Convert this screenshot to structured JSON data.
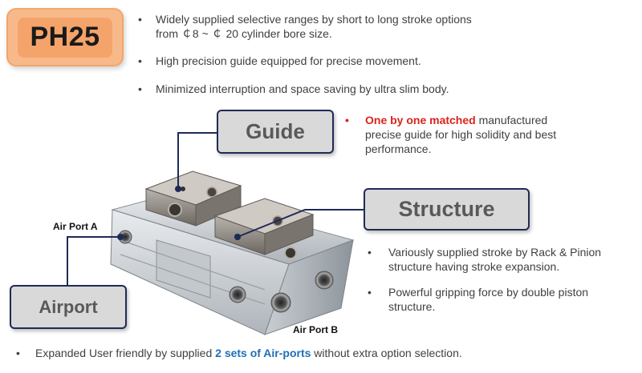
{
  "badge": {
    "text": "PH25"
  },
  "top_bullets": [
    {
      "line1": "Widely supplied selective ranges by short to long stroke options",
      "line2": "from ￠8 ~ ￠ 20 cylinder bore size."
    },
    {
      "line1": "High precision guide equipped for precise movement."
    },
    {
      "line1": "Minimized interruption and space saving by ultra slim body."
    }
  ],
  "callouts": {
    "guide": "Guide",
    "structure": "Structure",
    "airport": "Airport"
  },
  "guide_note": {
    "highlight": "One by one matched",
    "rest1": " manufactured",
    "line2": "precise guide for high solidity and best",
    "line3": "performance."
  },
  "structure_bullets": [
    {
      "line1": "Variously supplied stroke by Rack & Pinion",
      "line2": "structure having stroke expansion."
    },
    {
      "line1": "Powerful gripping force by double piston",
      "line2": "structure."
    }
  ],
  "labels": {
    "air_port_a": "Air Port A",
    "air_port_b": "Air Port B"
  },
  "bottom_bullet": {
    "before": "Expanded User friendly by supplied ",
    "highlight": "2 sets of Air-ports",
    "after": " without extra option selection."
  },
  "bullet_char": "•",
  "colors": {
    "accent_red": "#d9241c",
    "accent_blue": "#1f6fb5",
    "callout_border": "#1f2b57",
    "badge": "#f4a36a"
  }
}
